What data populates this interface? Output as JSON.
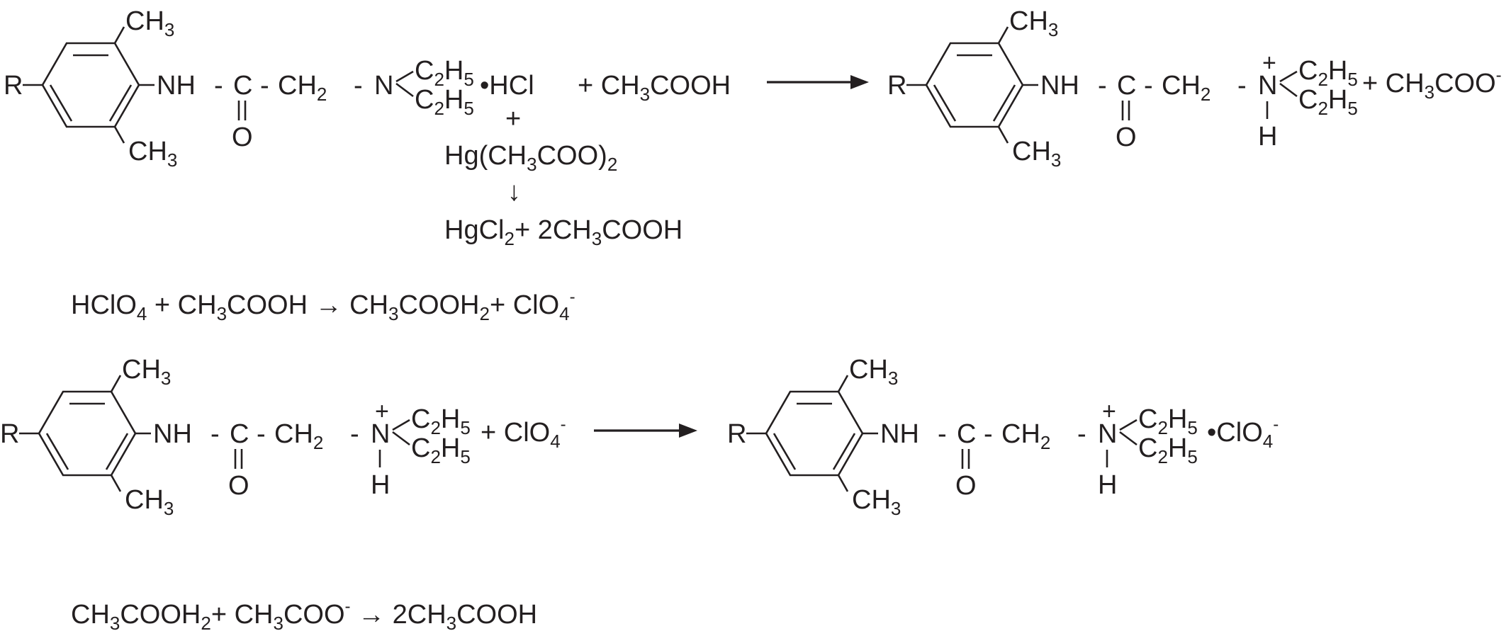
{
  "colors": {
    "ink": "#231f20",
    "background": "#ffffff"
  },
  "molecule": {
    "r": "R",
    "methyl_top": [
      "CH",
      "3"
    ],
    "methyl_bottom": [
      "CH",
      "3"
    ],
    "nh": "NH",
    "c": "C",
    "dash": "-",
    "carbonyl_o": "O",
    "ch2": [
      "CH",
      "2"
    ],
    "n": "N",
    "n_h": "H",
    "charge": "+",
    "ethyl_1": [
      "C",
      "2",
      "H",
      "5"
    ],
    "ethyl_2": [
      "C",
      "2",
      "H",
      "5"
    ]
  },
  "reaction1": {
    "salt": "•HCl",
    "reagent": [
      "+ CH",
      "3",
      "COOH"
    ],
    "plus": "+",
    "mercury_acetate": [
      "Hg(CH",
      "3",
      "COO)",
      "2"
    ],
    "down_arrow": "↓",
    "byproduct": [
      "HgCl",
      "2",
      "+ 2CH",
      "3",
      "COOH"
    ],
    "product_anion": [
      "+ CH",
      "3",
      "COO",
      "-"
    ]
  },
  "equation_perchloric": [
    "HClO",
    "4",
    " + CH",
    "3",
    "COOH → CH",
    "3",
    "COOH",
    "2",
    "+ ClO",
    "4",
    "-"
  ],
  "reaction2": {
    "reagent": [
      "+ ClO",
      "4",
      "-"
    ],
    "product_salt": [
      "•ClO",
      "4",
      "-"
    ]
  },
  "equation_neutralization": [
    "CH",
    "3",
    "COOH",
    "2",
    "+ CH",
    "3",
    "COO",
    "-",
    " → 2CH",
    "3",
    "COOH"
  ]
}
